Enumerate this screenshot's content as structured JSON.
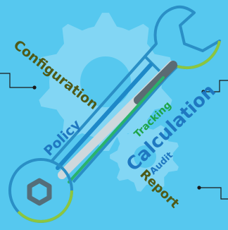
{
  "words": {
    "configuration": "Configuration",
    "policy": "Policy",
    "tracking": "Tracking",
    "calculation": "Calculation",
    "audit": "Audit",
    "report": "Report"
  },
  "colors": {
    "background": "#56c8ef",
    "gear": "#82d6f4",
    "wrench_outline": "#2a8fc6",
    "wrench_accent": "#8cc63f",
    "wrench_highlight": "#cfd8dc",
    "wrench_shadow": "#5b6b73",
    "wrench_bar_dark": "#1e88c8",
    "wrench_bar_green": "#29b36c",
    "bolt": "#546e7a",
    "configuration_text": "#4e5a17",
    "policy_text": "#1f78c1",
    "tracking_text": "#1ea447",
    "calculation_text": "#1f78c1",
    "audit_text": "#1f78c1",
    "report_text": "#4e5a17",
    "connector_line": "#1a1a1a"
  },
  "icons": {
    "gears": "gear-icon",
    "wrench": "wrench-icon",
    "bolt": "hex-bolt-icon"
  }
}
